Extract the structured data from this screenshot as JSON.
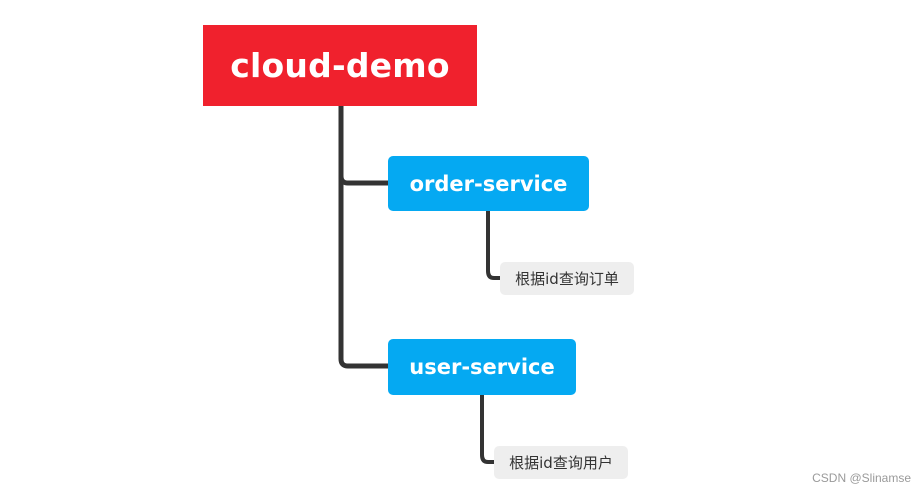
{
  "diagram": {
    "root": {
      "label": "cloud-demo",
      "color": "#f0212d"
    },
    "services": [
      {
        "label": "order-service",
        "color": "#05a9f2",
        "child": {
          "label": "根据id查询订单",
          "color": "#eeeeee"
        }
      },
      {
        "label": "user-service",
        "color": "#05a9f2",
        "child": {
          "label": "根据id查询用户",
          "color": "#eeeeee"
        }
      }
    ],
    "connector_color": "#333333"
  },
  "watermark": {
    "text": "CSDN @Slinamse"
  }
}
